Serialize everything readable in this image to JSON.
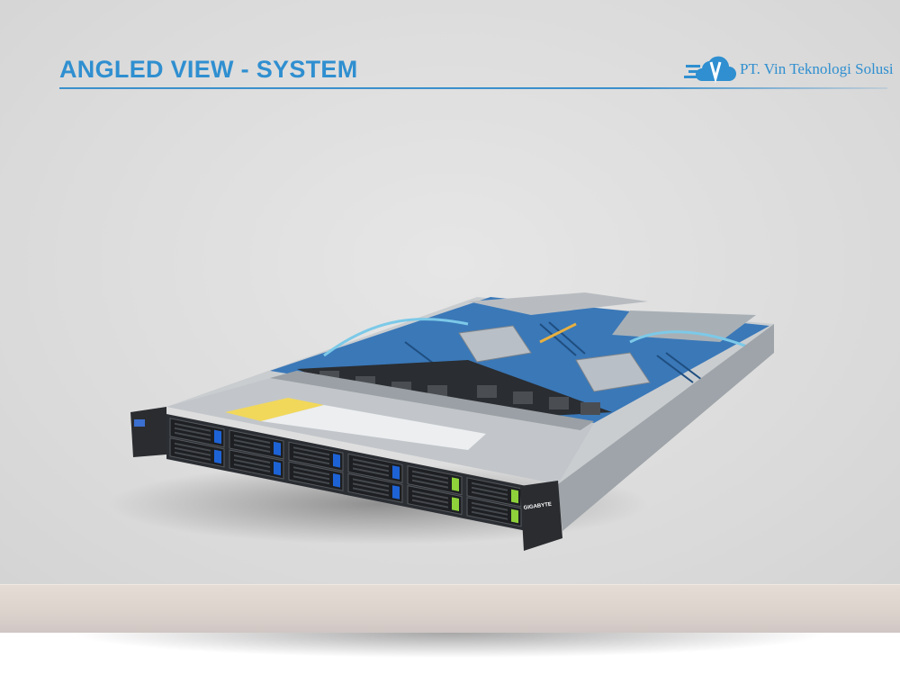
{
  "header": {
    "title": "ANGLED VIEW - SYSTEM",
    "brand": "PT. Vin Teknologi Solusi"
  },
  "product": {
    "front_logo": "GIGABYTE",
    "drive_tab_colors": [
      "#1e63d6",
      "#1e63d6",
      "#1e63d6",
      "#1e63d6",
      "#1e63d6",
      "#1e63d6",
      "#1e63d6",
      "#1e63d6",
      "#8ed13a",
      "#8ed13a",
      "#8ed13a",
      "#8ed13a"
    ]
  },
  "colors": {
    "accent": "#2f8fd0",
    "background": "#dcdcdc"
  }
}
